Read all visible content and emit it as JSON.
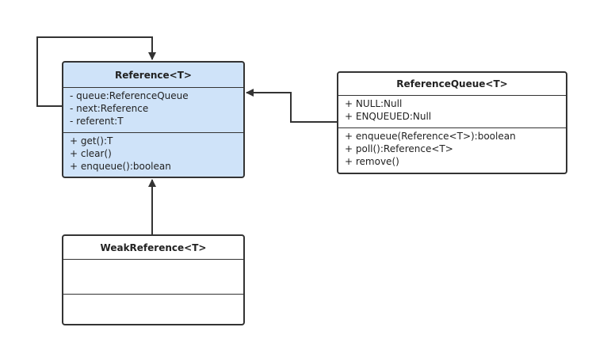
{
  "diagram": {
    "classes": {
      "reference": {
        "name": "Reference<T>",
        "attributes": [
          "- queue:ReferenceQueue",
          "- next:Reference",
          "- referent:T"
        ],
        "methods": [
          "+ get():T",
          "+ clear()",
          "+ enqueue():boolean"
        ],
        "fill": "#cfe3f9"
      },
      "reference_queue": {
        "name": "ReferenceQueue<T>",
        "attributes": [
          "+ NULL:Null",
          "+ ENQUEUED:Null"
        ],
        "methods": [
          "+ enqueue(Reference<T>):boolean",
          "+ poll():Reference<T>",
          "+ remove()"
        ]
      },
      "weak_reference": {
        "name": "WeakReference<T>",
        "attributes": [],
        "methods": []
      }
    },
    "stroke_color": "#333333"
  }
}
